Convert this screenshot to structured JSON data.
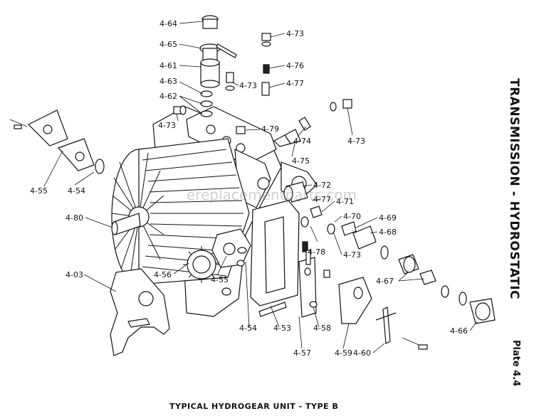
{
  "title_vertical": "TRANSMISSION - HYDROSTATIC",
  "plate_label": "Plate 4.4",
  "caption": "TYPICAL HYDROGEAR UNIT - TYPE B",
  "watermark": "ereplacementparts.com",
  "callouts": [
    {
      "id": "c-4-64a",
      "text": "4-64"
    },
    {
      "id": "c-4-65",
      "text": "4-65"
    },
    {
      "id": "c-4-61",
      "text": "4-61"
    },
    {
      "id": "c-4-63",
      "text": "4-63"
    },
    {
      "id": "c-4-62",
      "text": "4-62"
    },
    {
      "id": "c-4-73a",
      "text": "4-73"
    },
    {
      "id": "c-4-73b",
      "text": "4-73"
    },
    {
      "id": "c-4-73c",
      "text": "4-73"
    },
    {
      "id": "c-4-76",
      "text": "4-76"
    },
    {
      "id": "c-4-77a",
      "text": "4-77"
    },
    {
      "id": "c-4-79",
      "text": "4-79"
    },
    {
      "id": "c-4-74",
      "text": "4-74"
    },
    {
      "id": "c-4-73d",
      "text": "4-73"
    },
    {
      "id": "c-4-75",
      "text": "4-75"
    },
    {
      "id": "c-4-72",
      "text": "4-72"
    },
    {
      "id": "c-4-77b",
      "text": "4-77"
    },
    {
      "id": "c-4-71",
      "text": "4-71"
    },
    {
      "id": "c-4-70",
      "text": "4-70"
    },
    {
      "id": "c-4-69",
      "text": "4-69"
    },
    {
      "id": "c-4-68",
      "text": "4-68"
    },
    {
      "id": "c-4-78",
      "text": "4-78"
    },
    {
      "id": "c-4-73e",
      "text": "4-73"
    },
    {
      "id": "c-4-55a",
      "text": "4-55"
    },
    {
      "id": "c-4-54a",
      "text": "4-54"
    },
    {
      "id": "c-4-80",
      "text": "4-80"
    },
    {
      "id": "c-4-03",
      "text": "4-03"
    },
    {
      "id": "c-4-56",
      "text": "4-56"
    },
    {
      "id": "c-4-55b",
      "text": "4-55"
    },
    {
      "id": "c-4-67",
      "text": "4-67"
    },
    {
      "id": "c-4-54b",
      "text": "4-54"
    },
    {
      "id": "c-4-53",
      "text": "4-53"
    },
    {
      "id": "c-4-58",
      "text": "4-58"
    },
    {
      "id": "c-4-66",
      "text": "4-66"
    },
    {
      "id": "c-4-57",
      "text": "4-57"
    },
    {
      "id": "c-4-59",
      "text": "4-59"
    },
    {
      "id": "c-4-60",
      "text": "4-60"
    }
  ]
}
